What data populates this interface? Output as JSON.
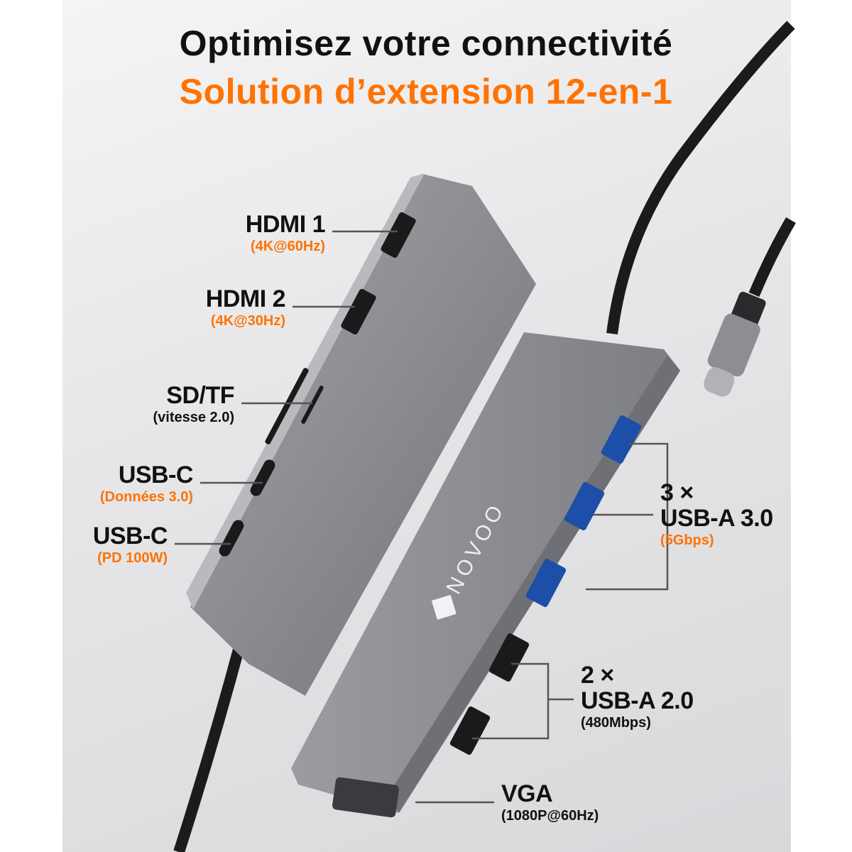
{
  "title": {
    "line1": "Optimisez votre connectivité",
    "line2": "Solution d’extension 12-en-1"
  },
  "brand": "NOVOO",
  "colors": {
    "accent": "#ff7200",
    "text": "#111111",
    "background": "#e6e6e8",
    "device": "#8a8c91"
  },
  "left_ports": [
    {
      "name": "HDMI 1",
      "spec": "(4K@60Hz)"
    },
    {
      "name": "HDMI 2",
      "spec": "(4K@30Hz)"
    },
    {
      "name": "SD/TF",
      "spec": "(vitesse 2.0)"
    },
    {
      "name": "USB-C",
      "spec": "(Données 3.0)"
    },
    {
      "name": "USB-C",
      "spec": "(PD 100W)"
    }
  ],
  "right_ports": [
    {
      "count": "3 ×",
      "name": "USB-A 3.0",
      "spec": "(5Gbps)"
    },
    {
      "count": "2 ×",
      "name": "USB-A 2.0",
      "spec": "(480Mbps)"
    },
    {
      "name": "VGA",
      "spec": "(1080P@60Hz)"
    }
  ]
}
